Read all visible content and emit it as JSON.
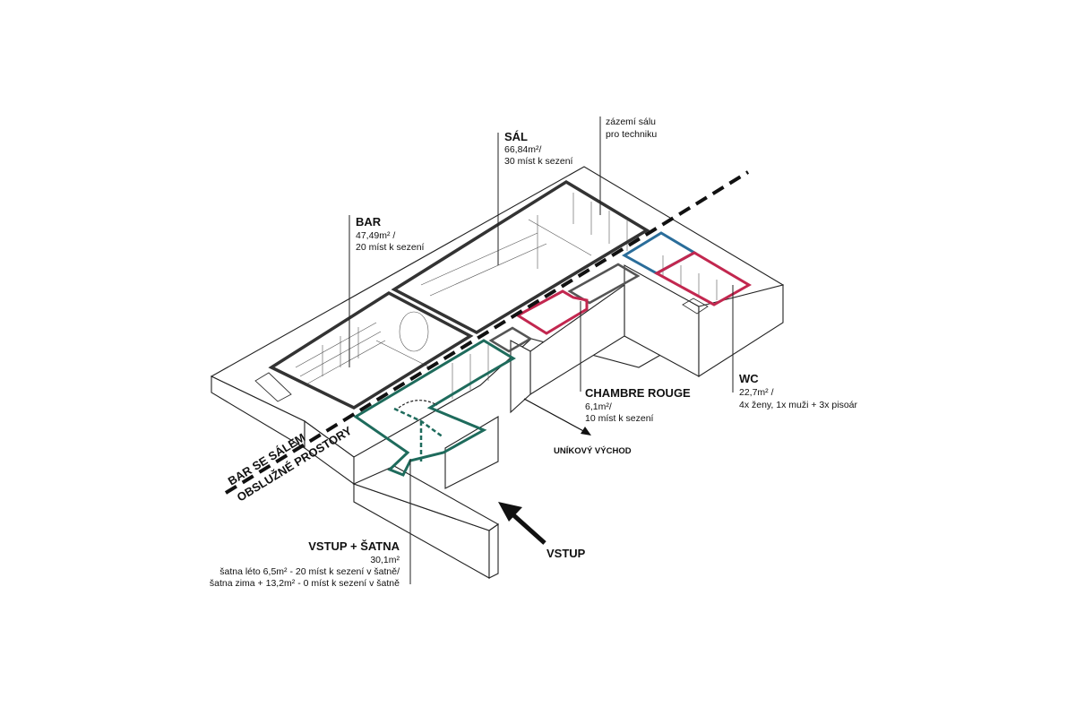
{
  "zones": {
    "bar": {
      "title": "BAR",
      "lines": [
        "47,49m² /",
        "20 míst k sezení"
      ]
    },
    "sal": {
      "title": "SÁL",
      "lines": [
        "66,84m²/",
        "30 míst k sezení"
      ]
    },
    "zazemi": {
      "lines": [
        "zázemí sálu",
        "pro techniku"
      ]
    },
    "wc": {
      "title": "WC",
      "lines": [
        "22,7m² /",
        "4x ženy, 1x muži + 3x pisoár"
      ]
    },
    "chambre": {
      "title": "CHAMBRE ROUGE",
      "lines": [
        "6,1m²/",
        "10 míst k sezení"
      ]
    },
    "vstup_satna": {
      "title": "VSTUP + ŠATNA",
      "lines": [
        "30,1m²",
        "šatna léto 6,5m² - 20 míst k sezení v šatně/",
        "šatna zima  + 13,2m²  - 0 míst k sezení v šatně"
      ]
    }
  },
  "labels": {
    "unikovy": "UNÍKOVÝ VÝCHOD",
    "vstup": "VSTUP",
    "divider_top": "BAR SE SÁLEM",
    "divider_bottom": "OBSLUŽNÉ PROSTORY"
  },
  "colors": {
    "outline_dark": "#333333",
    "outline_green": "#1e6b5c",
    "outline_red": "#c2274f",
    "outline_blue": "#2a6d9a"
  },
  "icons": [
    "entrance-arrow-icon",
    "exit-arrow-icon"
  ]
}
